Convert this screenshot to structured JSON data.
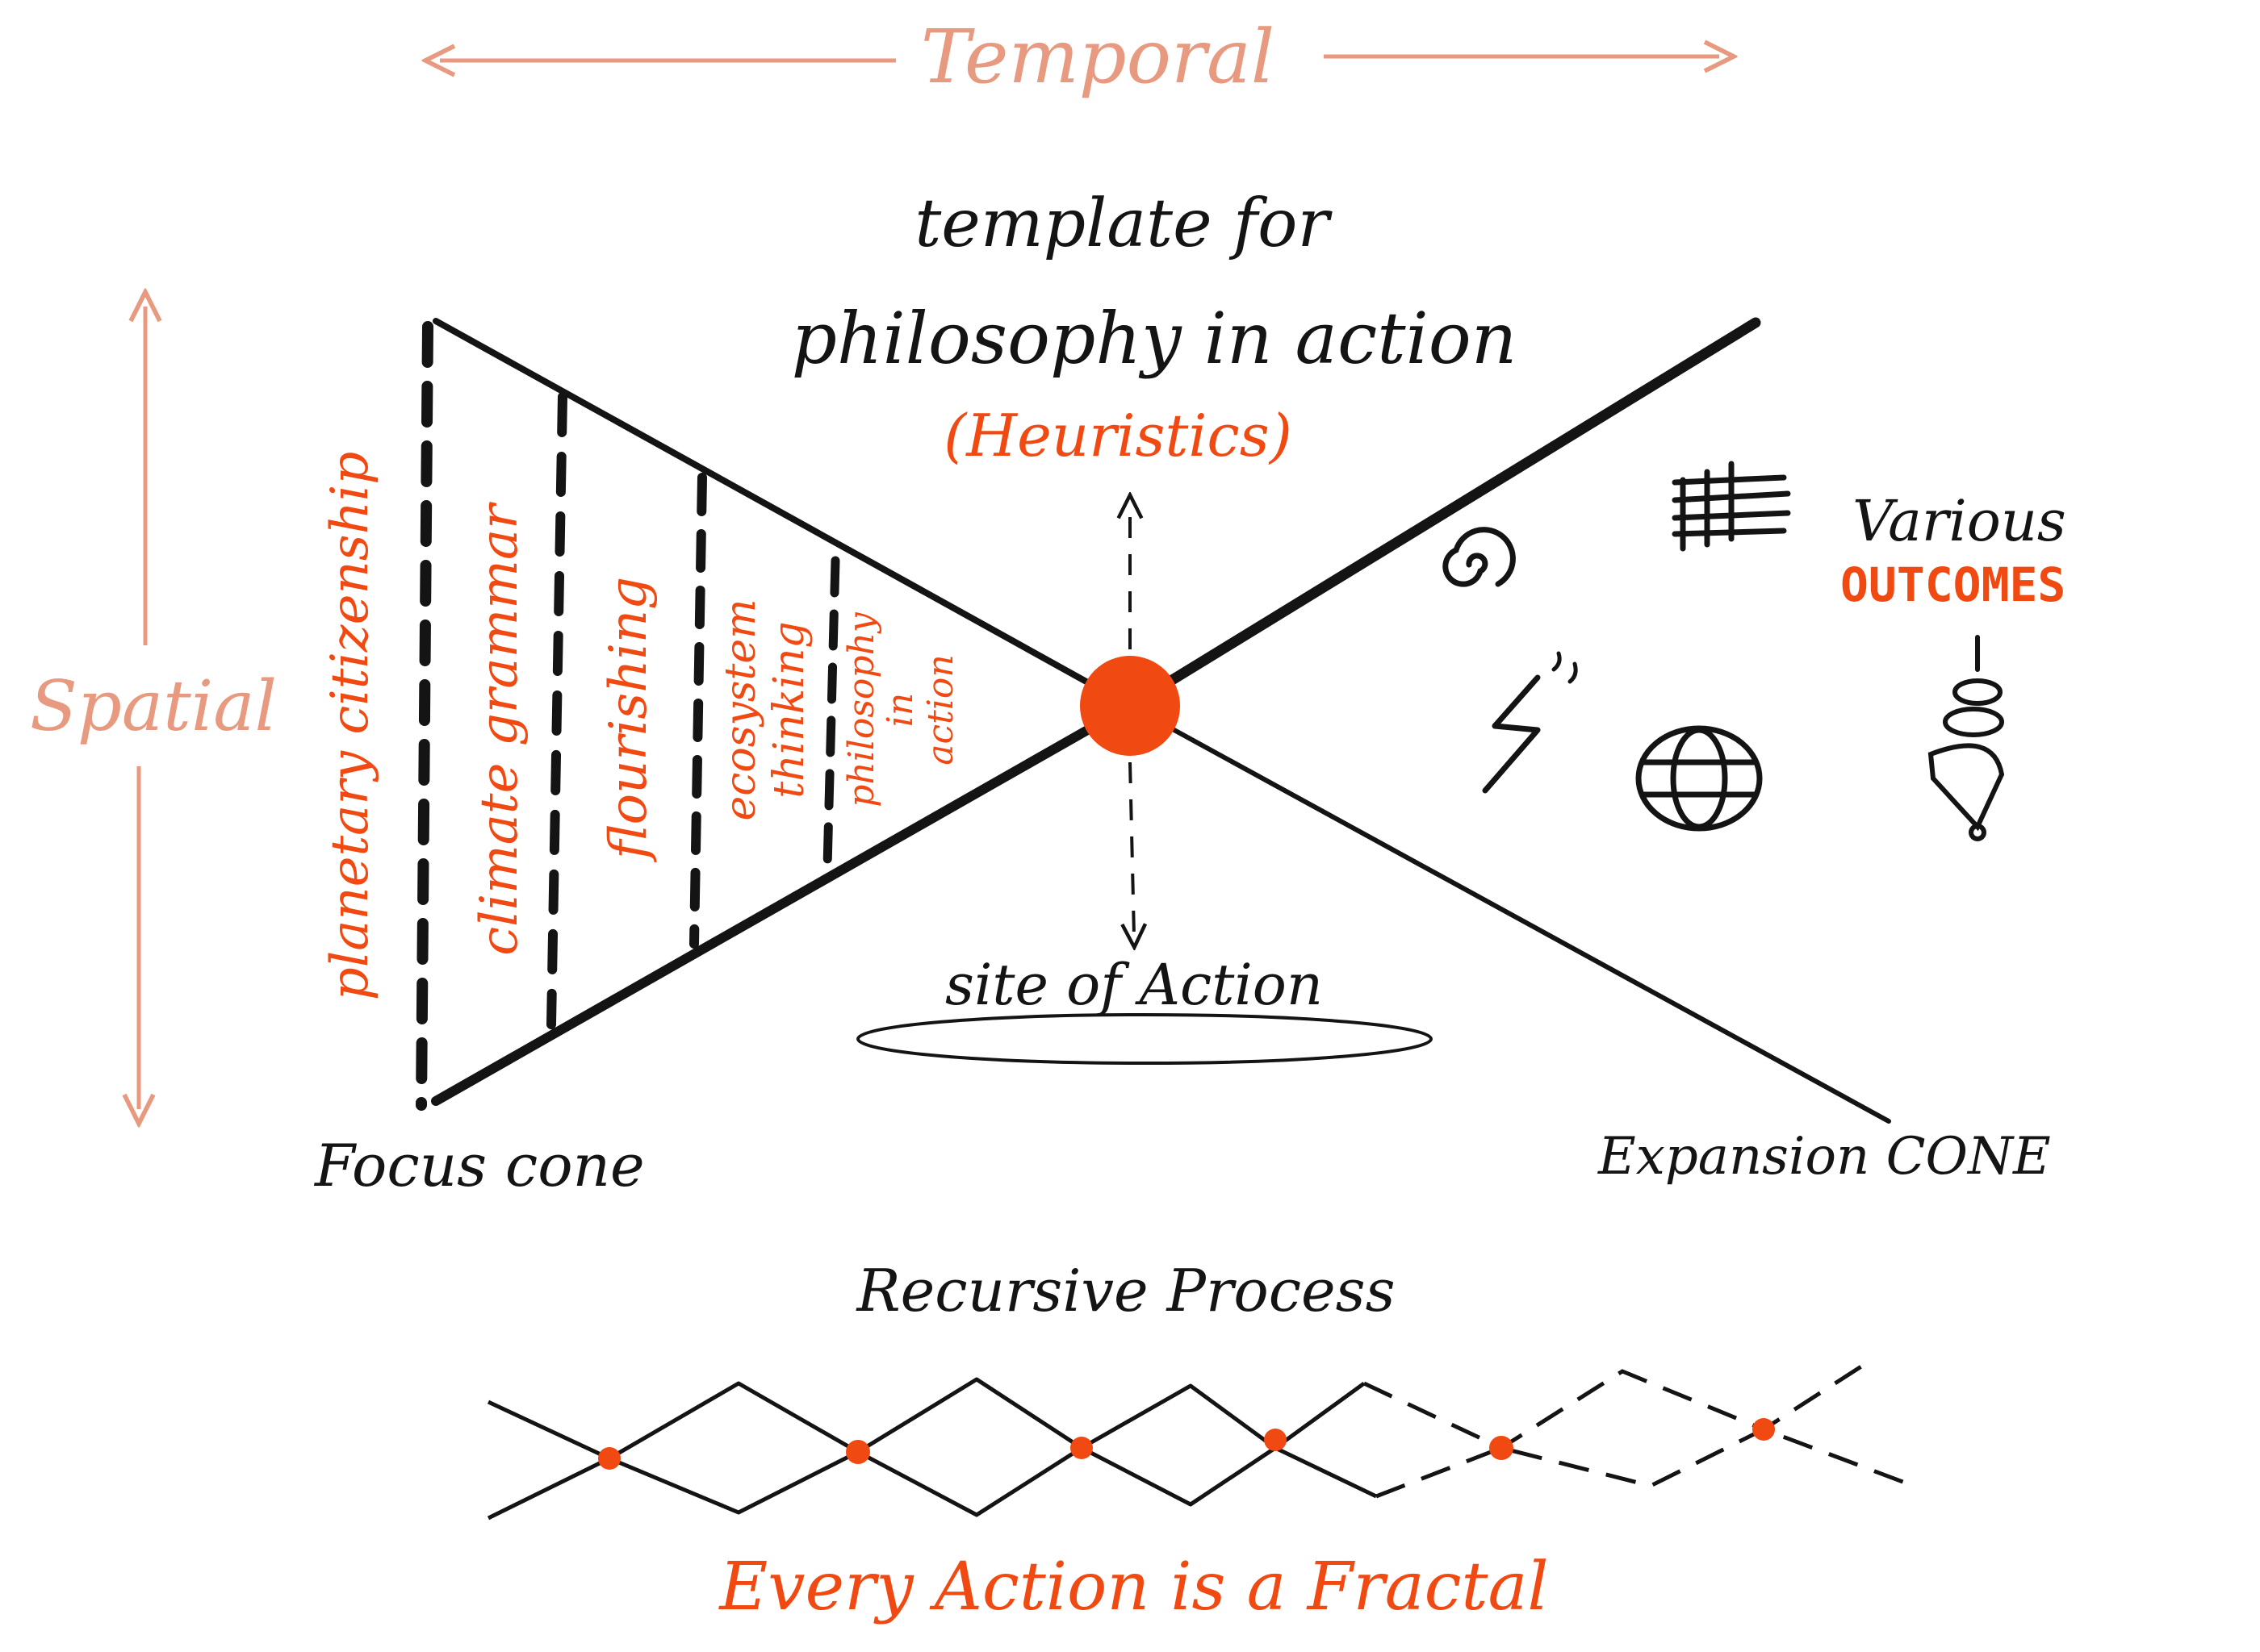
{
  "axes": {
    "temporal": "Temporal",
    "spatial": "Spatial"
  },
  "title": {
    "line1": "template for",
    "line2": "philosophy in action",
    "sub": "(Heuristics)"
  },
  "focus_layers": [
    "planetary citizenship",
    "climate grammar",
    "flourishing",
    "ecosystem thinking",
    "philosophy in action"
  ],
  "labels": {
    "focus_cone": "Focus cone",
    "expansion_cone": "Expansion CONE",
    "site_of_action": "site of Action",
    "various": "Various",
    "outcomes": "OUTCOMES",
    "recursive": "Recursive Process",
    "fractal": "Every Action is a Fractal"
  },
  "outcome_icons": [
    "spiral-icon",
    "hash-grid-icon",
    "lightning-icon",
    "globe-icon",
    "spinning-top-icon"
  ],
  "colors": {
    "ink": "#141414",
    "accent": "#f04a12",
    "muted": "#e79a7f"
  }
}
